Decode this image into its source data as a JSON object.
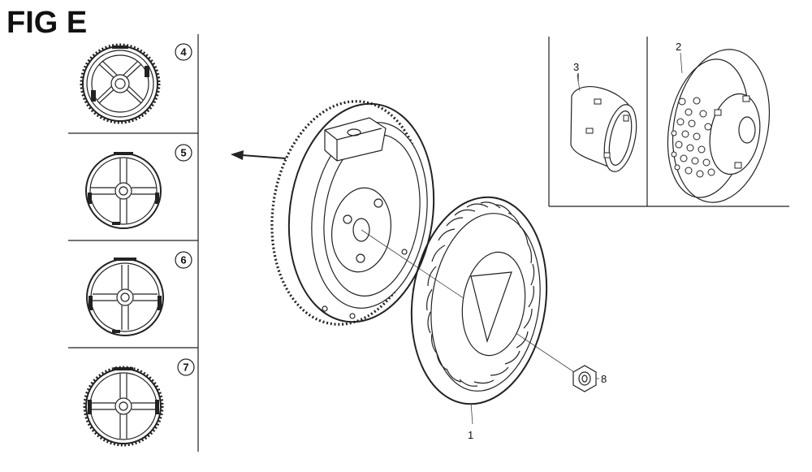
{
  "figure": {
    "title": "FIG E"
  },
  "callouts": {
    "c4": "4",
    "c5": "5",
    "c6": "6",
    "c7": "7",
    "p1": "1",
    "p2": "2",
    "p3": "3",
    "p8": "8"
  },
  "colors": {
    "ink": "#222222",
    "paper": "#ffffff"
  }
}
